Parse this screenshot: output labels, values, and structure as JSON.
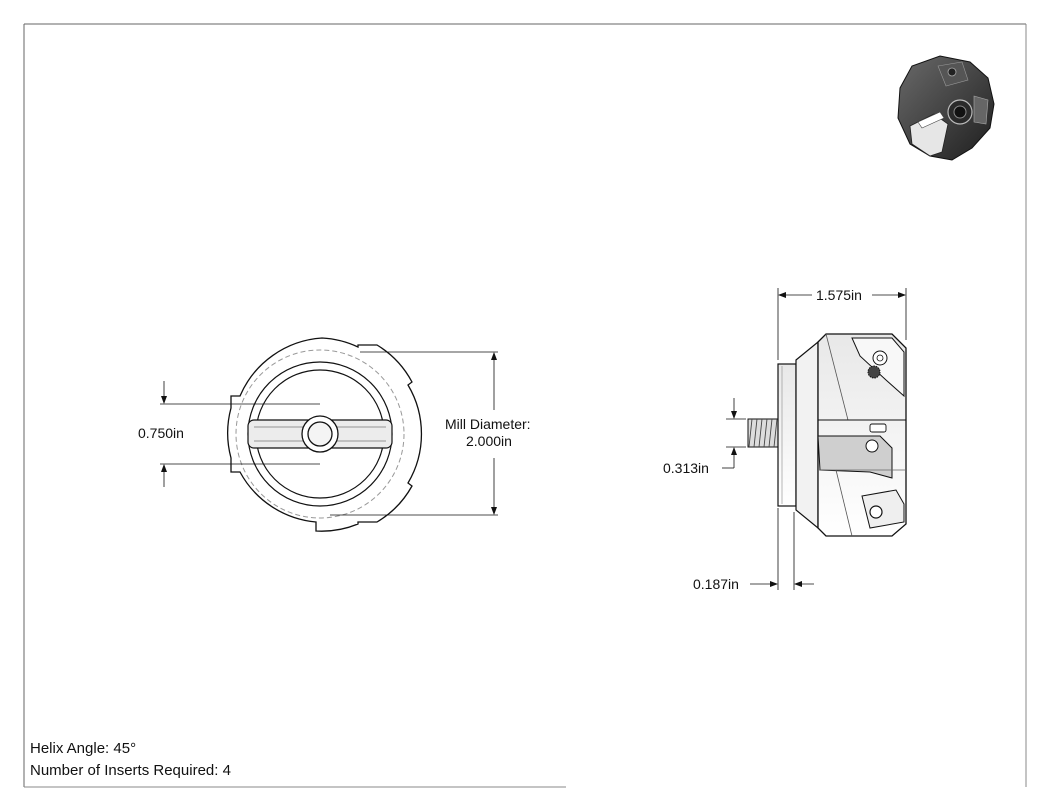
{
  "dimensions": {
    "bore": "0.750in",
    "mill_diameter_label": "Mill Diameter:",
    "mill_diameter_value": "2.000in",
    "length": "1.575in",
    "thread": "0.313in",
    "flange": "0.187in"
  },
  "notes": {
    "helix_angle": "Helix Angle: 45°",
    "inserts_required": "Number of Inserts Required: 4"
  }
}
